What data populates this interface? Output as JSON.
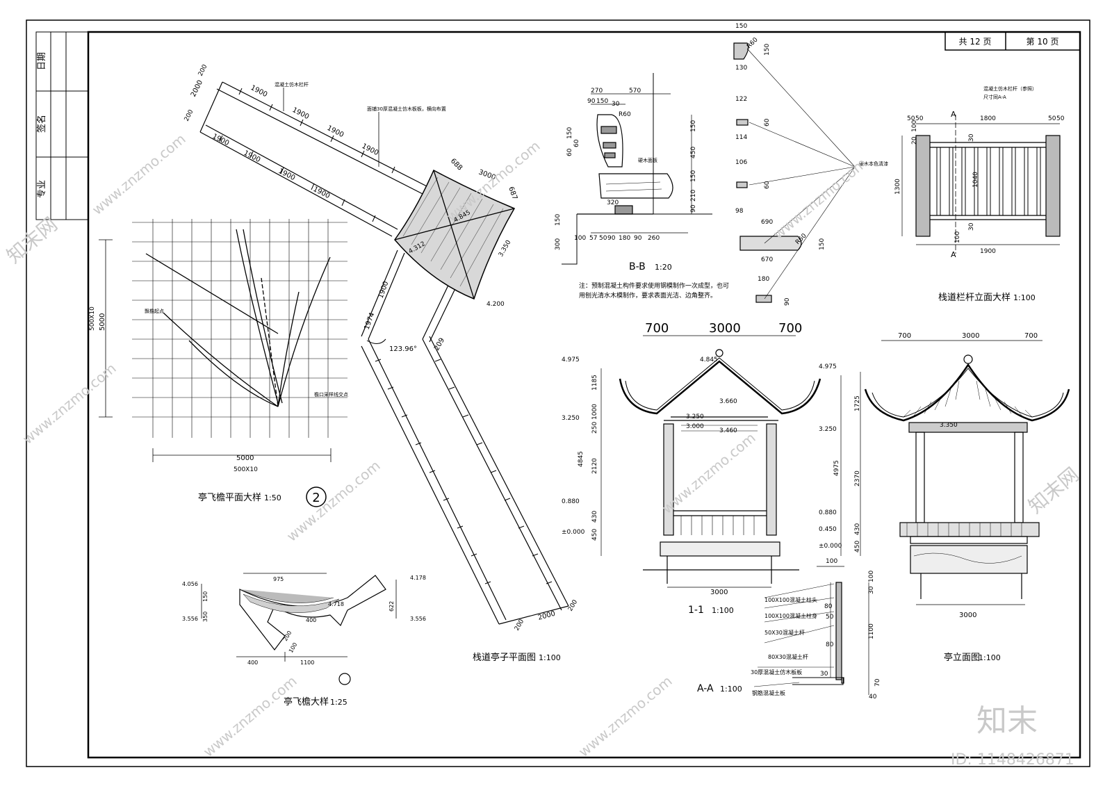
{
  "title_block": {
    "col_major": "专业",
    "col_signature": "签名",
    "col_date": "日期",
    "total_pages": "共 12 页",
    "page_no": "第 10 页"
  },
  "plan": {
    "title": "栈道亭子平面图",
    "scale": "1:100",
    "note_top": "混凝土仿木栏杆",
    "note_deck": "面铺30厚混凝土仿木板板，横向布置",
    "dims": [
      "1900",
      "1900",
      "1900",
      "1900",
      "1900",
      "1900",
      "1900",
      "1900",
      "200",
      "2000",
      "200",
      "688",
      "3000",
      "687",
      "4.845",
      "4.312",
      "3.350",
      "4.200",
      "1974",
      "1900",
      "123.96°",
      "209",
      "2000",
      "200",
      "200"
    ]
  },
  "eave_plan": {
    "title": "亭飞檐平面大样",
    "scale": "1:50",
    "dim_bottom": "5000",
    "dim_bottom2": "500X10",
    "dim_left": "5000",
    "dim_left2": "500X10",
    "label1": "飘檐起点",
    "label2": "檐口采样线交点",
    "circle": "2"
  },
  "eave_detail": {
    "title": "亭飞檐大样",
    "scale": "1:25",
    "elev": [
      "4.056",
      "3.556",
      "4.178",
      "3.556",
      "4.718"
    ],
    "dims": [
      "975",
      "150",
      "350",
      "622",
      "400",
      "1100",
      "400",
      "200",
      "100"
    ]
  },
  "section_bb": {
    "title": "B-B",
    "scale": "1:20",
    "dims": [
      "270",
      "570",
      "90",
      "150",
      "30",
      "R60",
      "150",
      "450",
      "150",
      "210",
      "90",
      "60",
      "60",
      "150",
      "320",
      "100",
      "57",
      "50",
      "90",
      "180",
      "90",
      "260",
      "150",
      "300"
    ],
    "label": "硬木面板",
    "note": "注：预制混凝土构件要求使用钢模制作一次成型，也可用刨光清水木模制作，要求表面光洁、边角整齐。"
  },
  "profiles": {
    "dims": [
      "150",
      "R60",
      "150",
      "130",
      "122",
      "60",
      "114",
      "106",
      "60",
      "98",
      "690",
      "670",
      "R60",
      "150",
      "180",
      "90"
    ],
    "label": "硬木本色清漆"
  },
  "rail_elevation": {
    "title": "栈道栏杆立面大样",
    "scale": "1:100",
    "header": "混凝土仿木栏杆（参照）",
    "header2": "尺寸同A-A",
    "dims": [
      "50",
      "50",
      "1800",
      "50",
      "50",
      "20",
      "100",
      "30",
      "1300",
      "1040",
      "30",
      "100",
      "1900"
    ],
    "cut": "A"
  },
  "section_11": {
    "title": "1-1",
    "scale": "1:100",
    "top_dims": [
      "700",
      "3000",
      "700"
    ],
    "elev": [
      "4.975",
      "3.250",
      "0.880",
      "±0.000",
      "4.845",
      "3.660",
      "3.250",
      "3.000",
      "3.460"
    ],
    "vdims": [
      "1185",
      "1000",
      "250",
      "4845",
      "2120",
      "430",
      "450"
    ],
    "bottom": "3000"
  },
  "elevation": {
    "title": "亭立面图",
    "scale": "1:100",
    "top_dims": [
      "700",
      "3000",
      "700"
    ],
    "elev": [
      "4.975",
      "3.250",
      "0.880",
      "0.450",
      "±0.000",
      "3.350"
    ],
    "vdims": [
      "1725",
      "4975",
      "2370",
      "430",
      "450"
    ],
    "bottom": "3000"
  },
  "section_aa": {
    "title": "A-A",
    "scale": "1:100",
    "labels": [
      "100X100混凝土柱头",
      "100X100混凝土柱身",
      "50X30混凝土杆",
      "80X30混凝土杆",
      "30厚混凝土仿木板板",
      "钢筋混凝土板"
    ],
    "dims": [
      "100",
      "80",
      "50",
      "80",
      "30",
      "100",
      "1100",
      "30",
      "40",
      "70"
    ]
  },
  "watermark": {
    "brand": "知末",
    "id": "ID: 1148426871",
    "url": "www.znzmo.com",
    "cn": "知末网"
  }
}
